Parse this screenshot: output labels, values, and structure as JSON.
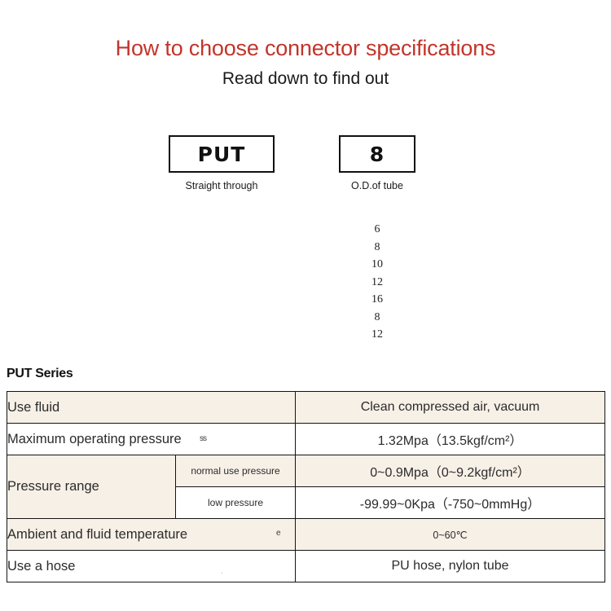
{
  "header": {
    "title": "How to choose connector specifications",
    "subtitle": "Read down to find out"
  },
  "selector": {
    "series_box": {
      "code": "PUT",
      "caption": "Straight through"
    },
    "size_box": {
      "code": "8",
      "caption": "O.D.of tube"
    },
    "size_options": [
      "6",
      "8",
      "10",
      "12",
      "16",
      "8",
      "12"
    ]
  },
  "spec": {
    "heading": "PUT Series",
    "rows": [
      {
        "label": "Use fluid",
        "sub_label": "",
        "value": "Clean compressed air, vacuum",
        "shaded": true
      },
      {
        "label": "Maximum operating pressure",
        "sub_label": "",
        "value": "1.32Mpa（13.5kgf/cm²）",
        "shaded": false
      },
      {
        "label": "Pressure range",
        "sub_label": "normal use pressure",
        "value": "0~0.9Mpa（0~9.2kgf/cm²）",
        "shaded": true
      },
      {
        "label": "",
        "sub_label": "low pressure",
        "value": "-99.99~0Kpa（-750~0mmHg）",
        "shaded": false
      },
      {
        "label": "Ambient and fluid temperature",
        "sub_label": "",
        "value": "0~60℃",
        "shaded": true
      },
      {
        "label": "Use a hose",
        "sub_label": "",
        "value": "PU hose, nylon tube",
        "shaded": false
      }
    ],
    "artifacts": {
      "pressure_overlap": "ss",
      "temperature_stray": "e"
    }
  },
  "colors": {
    "title_red": "#c2352b",
    "row_shaded": "#f7f0e7",
    "border": "#141414"
  }
}
